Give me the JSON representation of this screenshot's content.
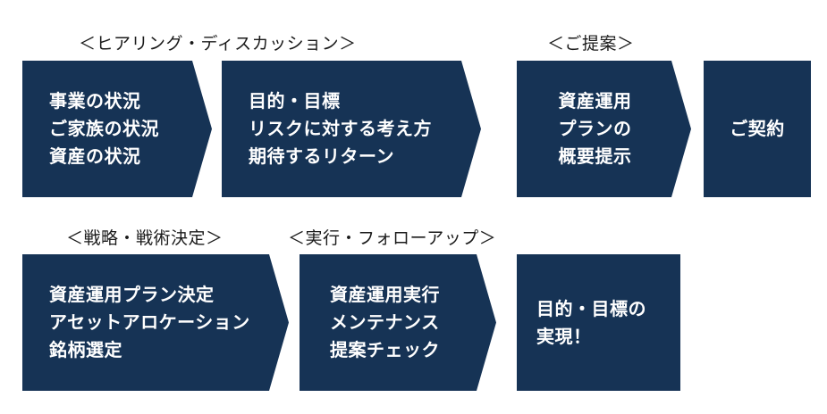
{
  "labels": {
    "hearing": "＜ヒアリング・ディスカッション＞",
    "proposal": "＜ご提案＞",
    "strategy": "＜戦略・戦術決定＞",
    "followup": "＜実行・フォローアップ＞"
  },
  "row1": [
    {
      "lines": [
        "事業の状況",
        "ご家族の状況",
        "資産の状況"
      ]
    },
    {
      "lines": [
        "目的・目標",
        "リスクに対する考え方",
        "期待するリターン"
      ]
    },
    {
      "lines": [
        "資産運用",
        "プランの",
        "概要提示"
      ]
    },
    {
      "lines": [
        "ご契約"
      ]
    }
  ],
  "row2": [
    {
      "lines": [
        "資産運用プラン決定",
        "アセットアロケーション",
        "銘柄選定"
      ]
    },
    {
      "lines": [
        "資産運用実行",
        "メンテナンス",
        "提案チェック"
      ]
    },
    {
      "lines": [
        "目的・目標の",
        "実現！"
      ]
    }
  ],
  "colors": {
    "box": "#163355",
    "text": "#ffffff"
  }
}
